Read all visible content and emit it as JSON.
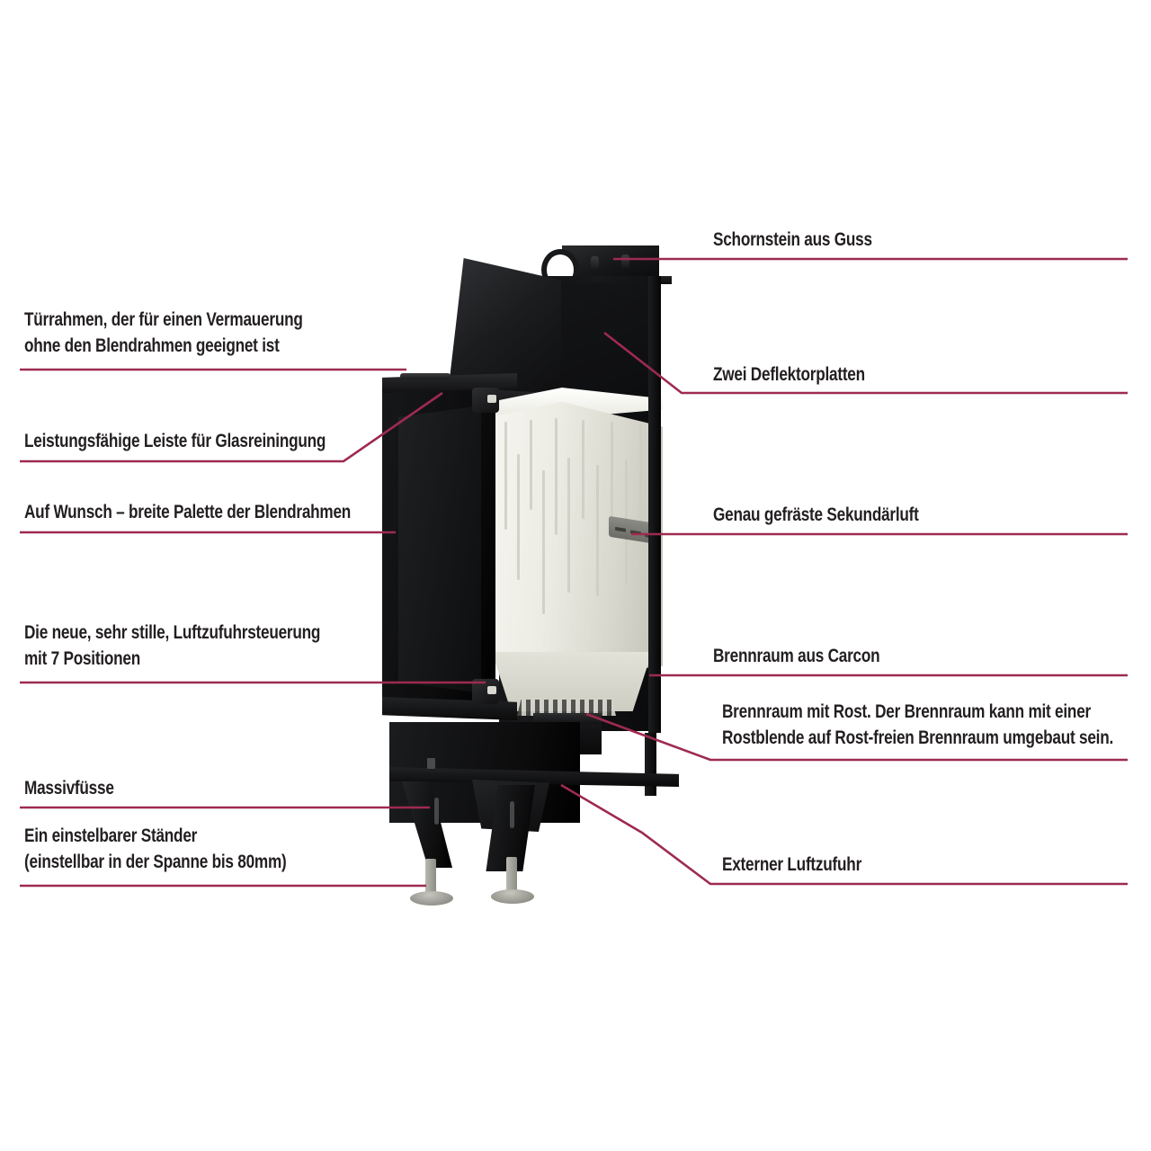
{
  "meta": {
    "title": "Technische Schnittzeichnung Kamineinsatz",
    "accent_color": "#9e2a50",
    "text_color": "#231f20",
    "background_color": "#ffffff"
  },
  "callouts": {
    "left": [
      {
        "id": "tuerrahmen",
        "name": "tuerrahmen-callout",
        "lines": [
          "Türrahmen, der für einen Vermauerung",
          "ohne den Blendrahmen geeignet ist"
        ]
      },
      {
        "id": "leiste-glasreinigung",
        "name": "glasreinigung-callout",
        "lines": [
          "Leistungsfähige Leiste für Glasreiningung"
        ]
      },
      {
        "id": "blendrahmen",
        "name": "blendrahmen-callout",
        "lines": [
          "Auf Wunsch – breite Palette der Blendrahmen"
        ]
      },
      {
        "id": "luftzufuhrsteuerung",
        "name": "luftzufuhrsteuerung-callout",
        "lines": [
          "Die neue, sehr stille, Luftzufuhrsteuerung",
          "mit 7 Positionen"
        ]
      },
      {
        "id": "massivfuesse",
        "name": "massivfuesse-callout",
        "lines": [
          "Massivfüsse"
        ]
      },
      {
        "id": "einstelbarer-staender",
        "name": "einstelbarer-staender-callout",
        "lines": [
          "Ein einstelbarer Ständer",
          "(einstellbar in der Spanne bis 80mm)"
        ]
      }
    ],
    "right": [
      {
        "id": "schornstein",
        "name": "schornstein-callout",
        "lines": [
          "Schornstein aus Guss"
        ]
      },
      {
        "id": "deflektorplatten",
        "name": "deflektorplatten-callout",
        "lines": [
          "Zwei Deflektorplatten"
        ]
      },
      {
        "id": "sekundaerluft",
        "name": "sekundaerluft-callout",
        "lines": [
          "Genau gefräste Sekundärluft"
        ]
      },
      {
        "id": "brennraum-carcon",
        "name": "brennraum-carcon-callout",
        "lines": [
          "Brennraum aus Carcon"
        ]
      },
      {
        "id": "brennraum-rost",
        "name": "brennraum-rost-callout",
        "lines": [
          "Brennraum mit Rost. Der Brennraum kann mit einer",
          "Rostblende auf Rost-freien Brennraum umgebaut sein."
        ]
      },
      {
        "id": "externer-luftzufuhr",
        "name": "externer-luftzufuhr-callout",
        "lines": [
          "Externer Luftzufuhr"
        ]
      }
    ]
  },
  "product": {
    "name": "fireplace-insert-cutaway",
    "parts": [
      "cast-iron-flue-collar",
      "lifting-ring",
      "hinged-top-lid-panel",
      "deflector-plate-upper",
      "deflector-plate-lower",
      "carcon-firebox-lining",
      "door-frame",
      "glass-pane",
      "glass-cleaning-bar",
      "secondary-air-plate",
      "grate",
      "ash-box",
      "pedestal-base",
      "solid-leg-left",
      "solid-leg-right",
      "adjustable-foot-left",
      "adjustable-foot-right",
      "external-air-duct"
    ]
  }
}
